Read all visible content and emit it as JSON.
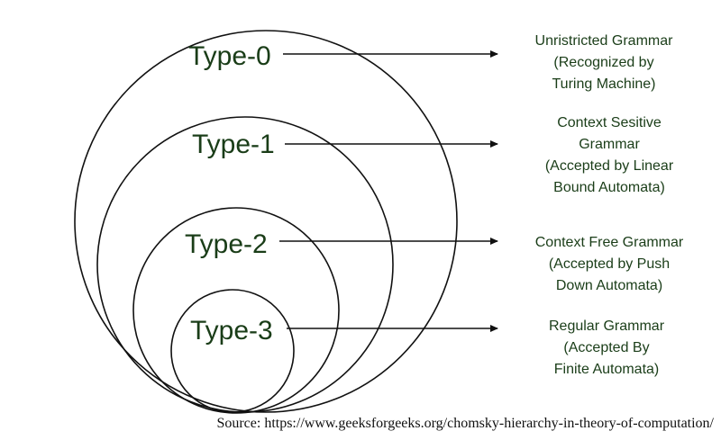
{
  "levels": [
    {
      "label": "Type-0",
      "description": [
        "Unristricted Grammar",
        "(Recognized by",
        "Turing Machine)"
      ]
    },
    {
      "label": "Type-1",
      "description": [
        "Context Sesitive",
        "Grammar",
        "(Accepted by Linear",
        "Bound Automata)"
      ]
    },
    {
      "label": "Type-2",
      "description": [
        "Context Free Grammar",
        "(Accepted by Push",
        "Down Automata)"
      ]
    },
    {
      "label": "Type-3",
      "description": [
        "Regular Grammar",
        "(Accepted By",
        "Finite Automata)"
      ]
    }
  ],
  "source": "Source: https://www.geeksforgeeks.org/chomsky-hierarchy-in-theory-of-computation/",
  "colors": {
    "text": "#1a3d18",
    "line": "#111111"
  }
}
